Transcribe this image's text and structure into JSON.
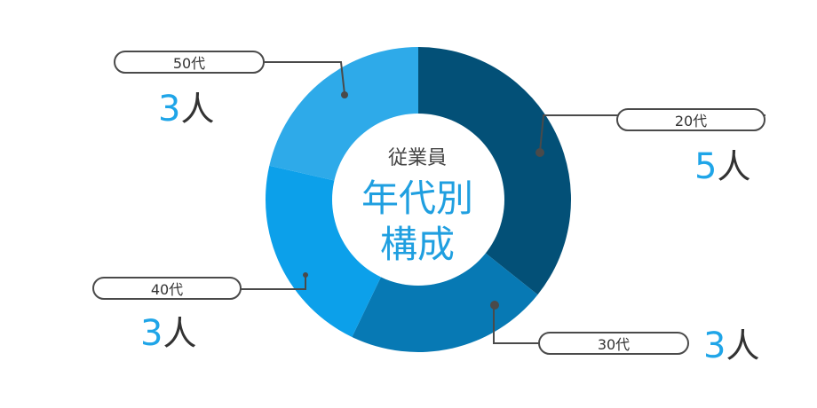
{
  "chart_data": {
    "type": "pie",
    "style": "donut",
    "center_label": "従業員",
    "title_lines": [
      "年代別",
      "構成"
    ],
    "unit": "人",
    "slices": [
      {
        "name": "20代",
        "value": 5,
        "color": "#035077"
      },
      {
        "name": "30代",
        "value": 3,
        "color": "#0779b4"
      },
      {
        "name": "40代",
        "value": 3,
        "color": "#0ca0ea"
      },
      {
        "name": "50代",
        "value": 3,
        "color": "#2eaae9"
      }
    ]
  }
}
